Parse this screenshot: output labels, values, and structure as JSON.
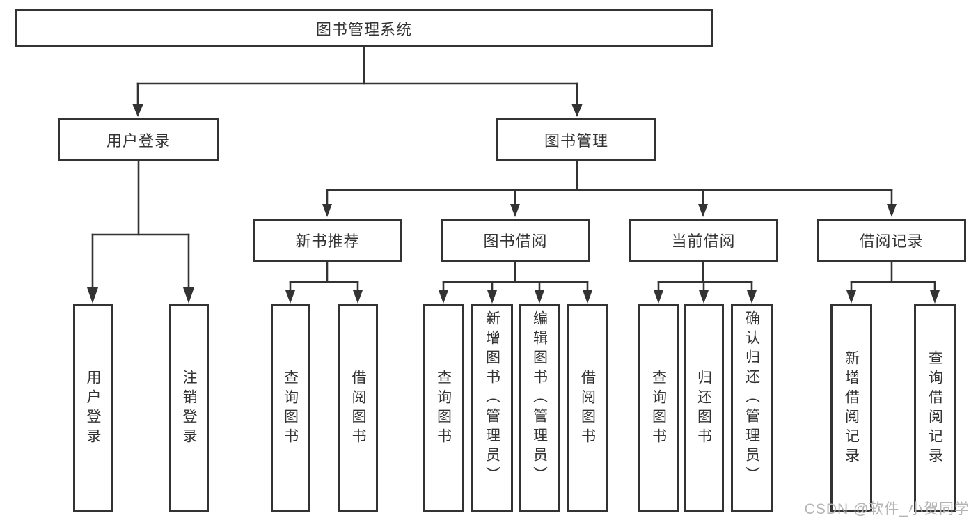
{
  "diagram": {
    "root": {
      "label": "图书管理系统"
    },
    "branches": [
      {
        "label": "用户登录",
        "children": [
          {
            "label": "用户登录"
          },
          {
            "label": "注销登录"
          }
        ]
      },
      {
        "label": "图书管理",
        "children": [
          {
            "label": "新书推荐",
            "children": [
              {
                "label": "查询图书"
              },
              {
                "label": "借阅图书"
              }
            ]
          },
          {
            "label": "图书借阅",
            "children": [
              {
                "label": "查询图书"
              },
              {
                "label": "新增图书（管理员）"
              },
              {
                "label": "编辑图书（管理员）"
              },
              {
                "label": "借阅图书"
              }
            ]
          },
          {
            "label": "当前借阅",
            "children": [
              {
                "label": "查询图书"
              },
              {
                "label": "归还图书"
              },
              {
                "label": "确认归还（管理员）"
              }
            ]
          },
          {
            "label": "借阅记录",
            "children": [
              {
                "label": "新增借阅记录"
              },
              {
                "label": "查询借阅记录"
              }
            ]
          }
        ]
      }
    ]
  },
  "watermark": {
    "text": "CSDN @软件_小贺同学"
  },
  "colors": {
    "line": "#333333",
    "text": "#333333",
    "watermark": "#b4b4b4",
    "bg": "#ffffff"
  }
}
